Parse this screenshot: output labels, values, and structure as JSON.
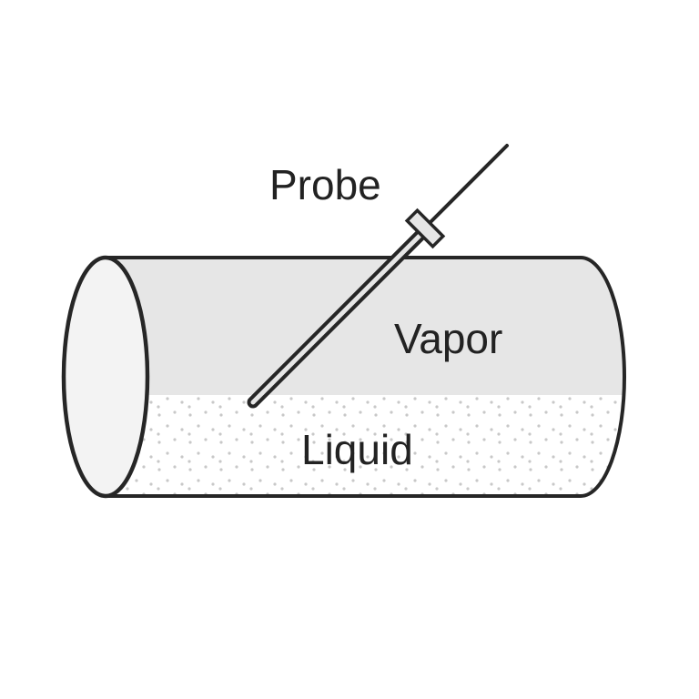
{
  "labels": {
    "probe": "Probe",
    "vapor": "Vapor",
    "liquid": "Liquid"
  },
  "colors": {
    "stroke": "#262626",
    "vapor_fill": "#e6e6e6",
    "end_cap_fill": "#f3f3f3",
    "liquid_fill": "#ffffff",
    "liquid_dots": "#c8c8c8"
  }
}
